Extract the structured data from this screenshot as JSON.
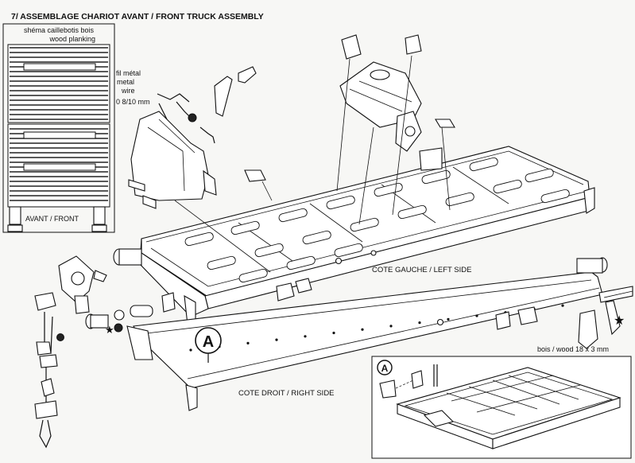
{
  "title": "7/ ASSEMBLAGE CHARIOT AVANT / FRONT TRUCK ASSEMBLY",
  "inset": {
    "line1": "shéma caillebotis bois",
    "line2": "wood planking",
    "caption": "AVANT / FRONT"
  },
  "wire_note": {
    "line1": "fil métal",
    "line2": "metal",
    "line3": "wire",
    "line4": "0 8/10 mm"
  },
  "labels": {
    "left_side": "COTE GAUCHE / LEFT SIDE",
    "right_side": "COTE DROIT / RIGHT SIDE",
    "wood_strip": "bois / wood 18 x 3 mm"
  },
  "callouts": {
    "main": "A",
    "detail": "A"
  }
}
